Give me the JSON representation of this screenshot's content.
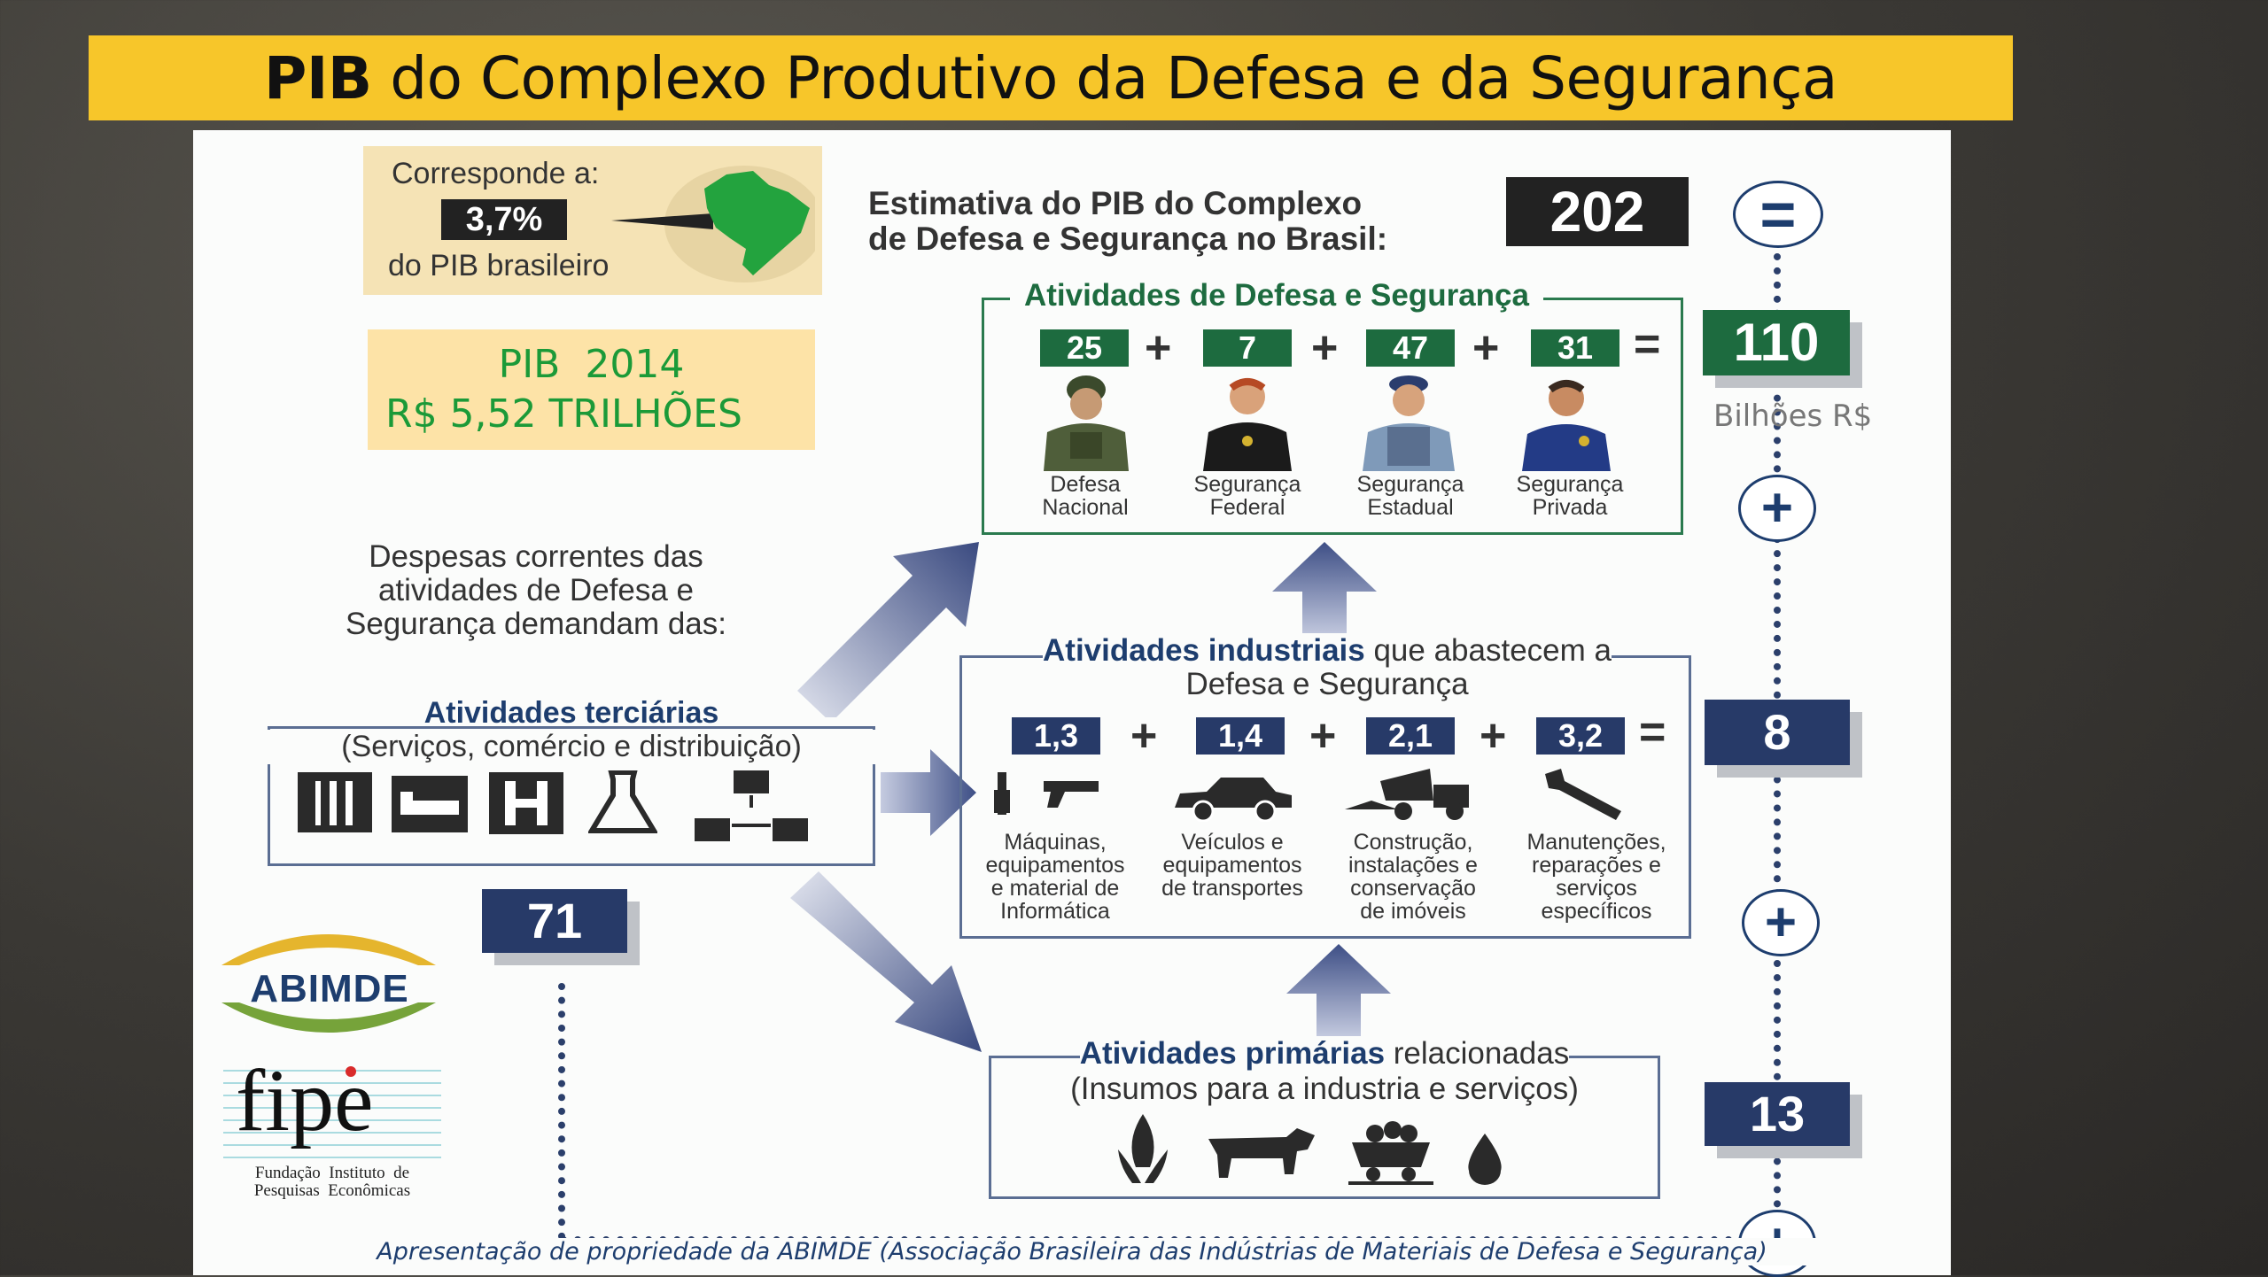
{
  "title": {
    "bold": "PIB",
    "rest": " do Complexo Produtivo da Defesa e da Segurança"
  },
  "corresponde": {
    "line1": "Corresponde a:",
    "value": "3,7%",
    "line2": "do PIB brasileiro"
  },
  "pib2014": {
    "line1": "PIB  2014",
    "line2": "R$ 5,52 TRILHÕES"
  },
  "estimativa": {
    "line1": "Estimativa do PIB do Complexo",
    "line2": "de Defesa e Segurança no Brasil:",
    "total": "202"
  },
  "defesa": {
    "title": "Atividades de Defesa e Segurança",
    "items": [
      {
        "value": "25",
        "label1": "Defesa",
        "label2": "Nacional"
      },
      {
        "value": "7",
        "label1": "Segurança",
        "label2": "Federal"
      },
      {
        "value": "47",
        "label1": "Segurança",
        "label2": "Estadual"
      },
      {
        "value": "31",
        "label1": "Segurança",
        "label2": "Privada"
      }
    ],
    "total": "110",
    "unit": "Bilhões R$"
  },
  "despesas": {
    "line1": "Despesas correntes das",
    "line2": "atividades de Defesa e",
    "line3": "Segurança demandam das:"
  },
  "terciarias": {
    "title": "Atividades terciárias",
    "subtitle": "(Serviços, comércio e distribuição)",
    "total": "71"
  },
  "industriais": {
    "title_bold": "Atividades industriais",
    "title_rest": " que abastecem a",
    "title_line2": "Defesa e Segurança",
    "items": [
      {
        "value": "1,3",
        "label": [
          "Máquinas,",
          "equipamentos",
          "e material de",
          "Informática"
        ]
      },
      {
        "value": "1,4",
        "label": [
          "Veículos e",
          "equipamentos",
          "de transportes"
        ]
      },
      {
        "value": "2,1",
        "label": [
          "Construção,",
          "instalações e",
          "conservação",
          "de imóveis"
        ]
      },
      {
        "value": "3,2",
        "label": [
          "Manutenções,",
          "reparações e",
          "serviços",
          "específicos"
        ]
      }
    ],
    "total": "8"
  },
  "primarias": {
    "title_bold": "Atividades primárias",
    "title_rest": " relacionadas",
    "subtitle": "(Insumos para a industria e serviços)",
    "total": "13"
  },
  "operators": {
    "plus": "+",
    "equals": "="
  },
  "logos": {
    "abimde": "ABIMDE",
    "fipe": "fipe",
    "fipe_line1": "Fundação  Instituto  de",
    "fipe_line2": "Pesquisas  Econômicas"
  },
  "footer": "Apresentação de propriedade da ABIMDE (Associação Brasileira das Indústrias de Materiais de Defesa e Segurança)"
}
